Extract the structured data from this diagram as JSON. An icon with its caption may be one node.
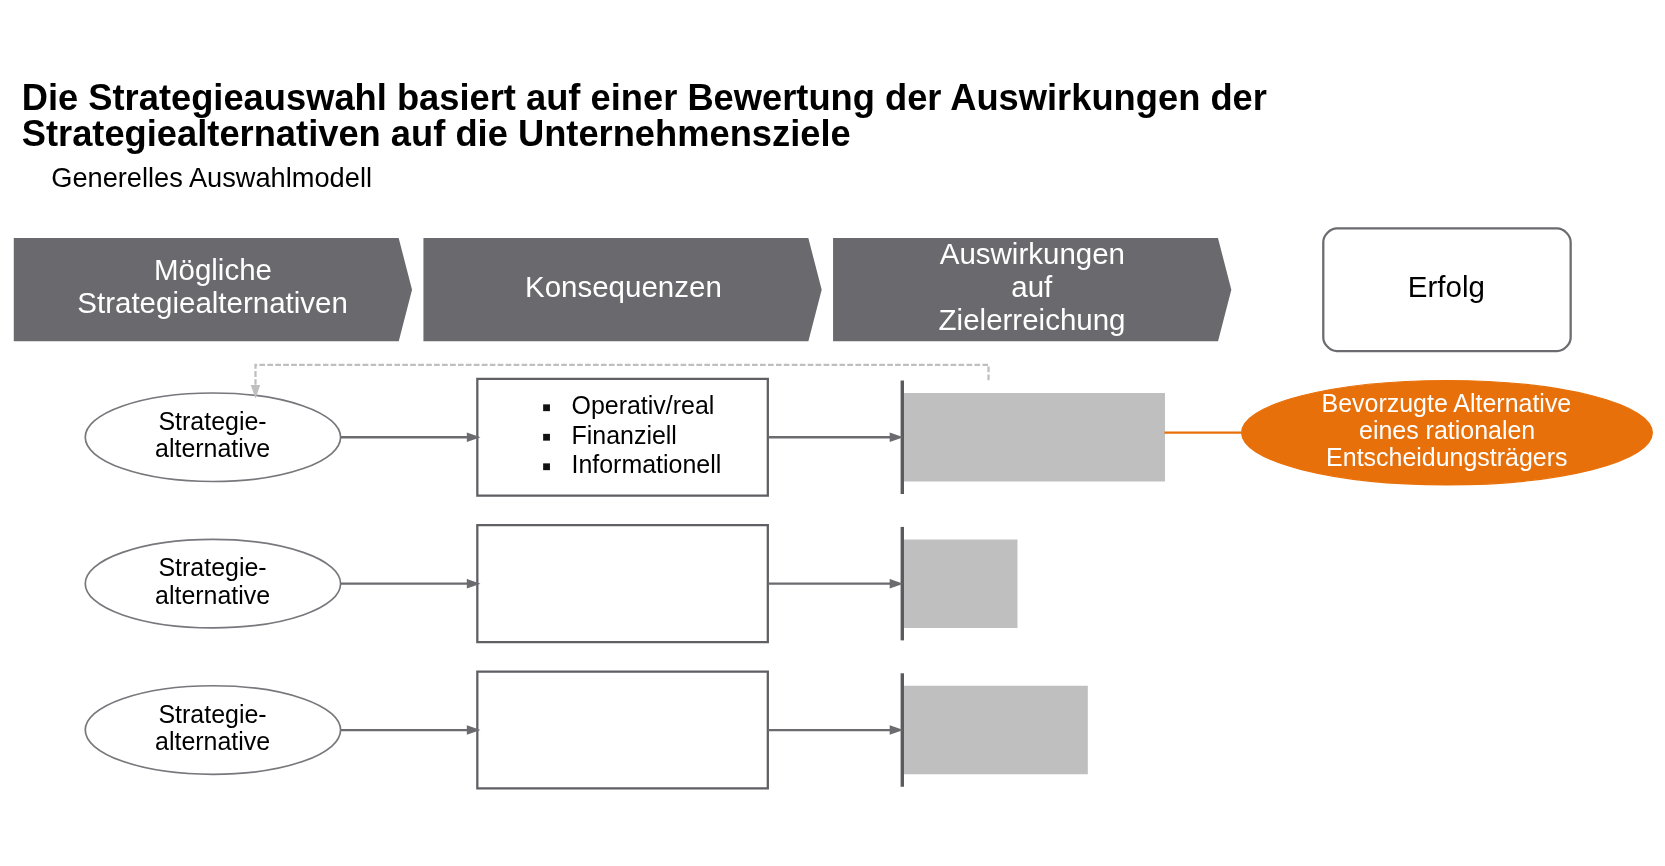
{
  "diagram": {
    "title": "Die Strategieauswahl basiert auf einer Bewertung der Auswirkungen der Strategiealternativen auf die Unternehmensziele",
    "nodes": [
      {
        "text": [
          "Mögliche Strategiealternativen"
        ]
      },
      {
        "text": [
          "Konsequenzen"
        ]
      },
      {
        "text": [
          "Auswirkungen auf Zielerreichung"
        ]
      },
      {
        "text": [
          "Erfolg"
        ]
      },
      {
        "text": [
          "Strategie- alternative"
        ]
      },
      {
        "text": [
          "Strategie- alternative"
        ]
      },
      {
        "text": [
          "Strategie- alternative"
        ]
      },
      {
        "text": [
          "Operativ/real",
          "Finanziell",
          "Informationell"
        ]
      },
      {
        "text": [],
        "shape": "box"
      },
      {
        "text": [],
        "shape": "box"
      },
      {
        "text": [],
        "shape": "bar"
      },
      {
        "text": [],
        "shape": "bar"
      },
      {
        "text": [],
        "shape": "bar"
      },
      {
        "text": [
          "Bevorzugte Alternative eines rationalen Entscheidungsträgers"
        ]
      }
    ],
    "edges": [
      {
        "from": 4,
        "to": 7,
        "arrow": "to"
      },
      {
        "from": 7,
        "to": 10,
        "arrow": "to"
      },
      {
        "from": 5,
        "to": 8,
        "arrow": "to"
      },
      {
        "from": 8,
        "to": 11,
        "arrow": "to"
      },
      {
        "from": 6,
        "to": 9,
        "arrow": "to"
      },
      {
        "from": 9,
        "to": 12,
        "arrow": "to"
      },
      {
        "from": 10,
        "to": 4,
        "arrow": "to",
        "style": "dashed",
        "color": "#bfbfbf"
      },
      {
        "from": 13,
        "to": 10,
        "arrow": "none",
        "color": "#e8700a"
      }
    ],
    "labels": [
      "Generelles Auswahlmodell"
    ]
  }
}
